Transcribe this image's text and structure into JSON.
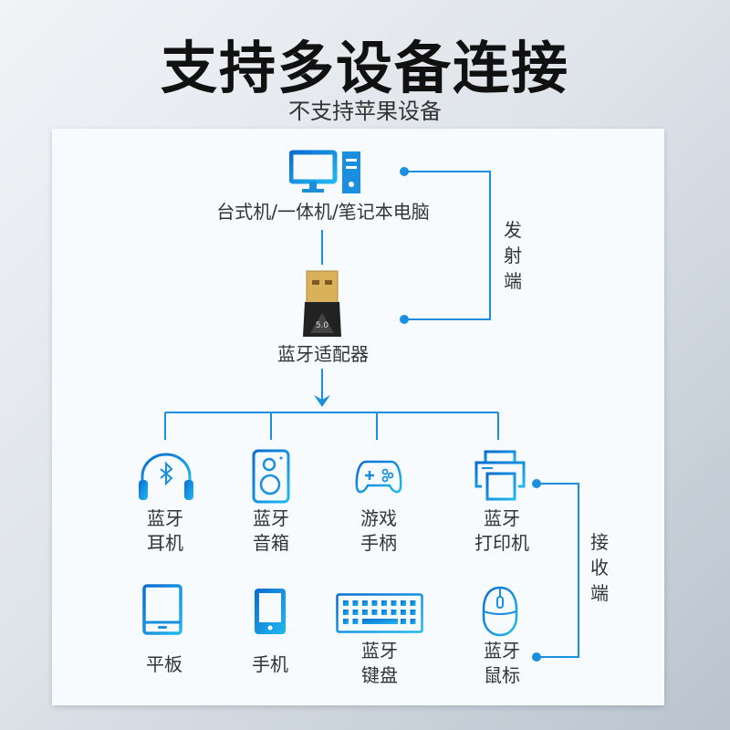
{
  "title": "支持多设备连接",
  "subtitle": "不支持苹果设备",
  "source": {
    "label": "台式机/一体机/笔记本电脑"
  },
  "adapter": {
    "label": "蓝牙适配器",
    "version": "5.0"
  },
  "transmit_label": [
    "发",
    "射",
    "端"
  ],
  "receive_label": [
    "接",
    "收",
    "端"
  ],
  "devices": [
    {
      "icon": "headphones-icon",
      "line1": "蓝牙",
      "line2": "耳机"
    },
    {
      "icon": "speaker-icon",
      "line1": "蓝牙",
      "line2": "音箱"
    },
    {
      "icon": "gamepad-icon",
      "line1": "游戏",
      "line2": "手柄"
    },
    {
      "icon": "printer-icon",
      "line1": "蓝牙",
      "line2": "打印机"
    },
    {
      "icon": "tablet-icon",
      "line1": "平板"
    },
    {
      "icon": "phone-icon",
      "line1": "手机"
    },
    {
      "icon": "keyboard-icon",
      "line1": "蓝牙",
      "line2": "键盘"
    },
    {
      "icon": "mouse-icon",
      "line1": "蓝牙",
      "line2": "鼠标"
    }
  ],
  "colors": {
    "accent": "#1a8fe0",
    "icon_dark": "#0b6cd0",
    "icon_light": "#22b8f0"
  }
}
